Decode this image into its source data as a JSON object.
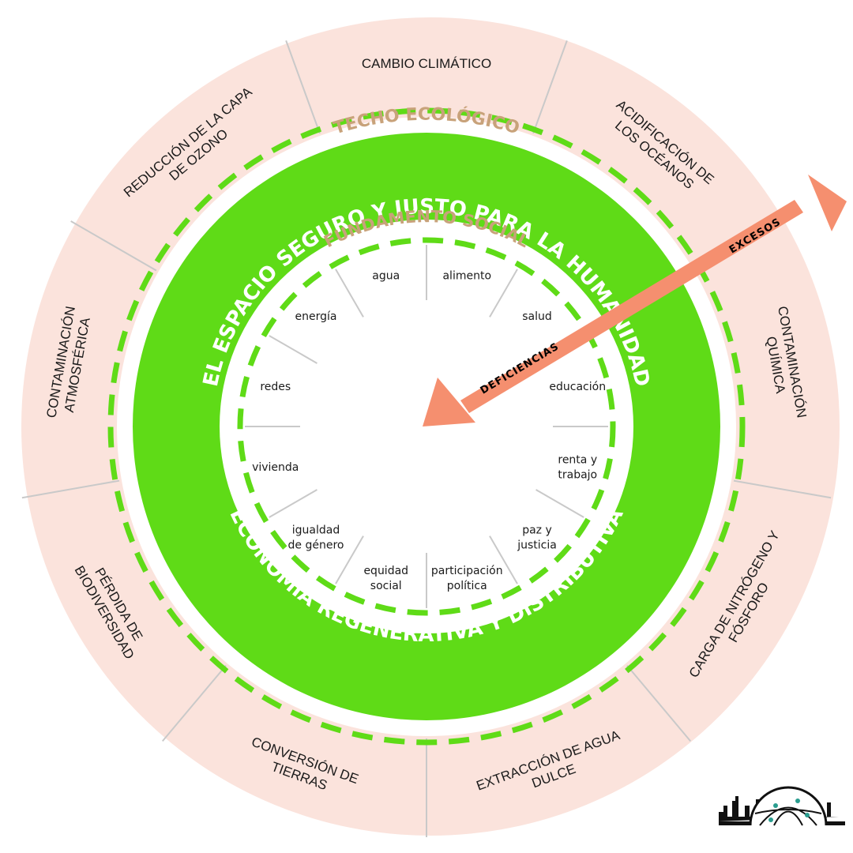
{
  "colors": {
    "outer_ring": "#fbe3dc",
    "outer_ring_edge": "#f6cfc3",
    "green": "#5fdb17",
    "dash_green": "#5fdb17",
    "arc_text_brown": "#c8a27a",
    "arrow": "#f58f6f",
    "divider": "#c9c9c9",
    "ring_text": "#ffffff"
  },
  "ring_titles": {
    "ceiling": "TECHO ECOLÓGICO",
    "foundation": "FUNDAMENTO SOCIAL",
    "safe_space": "EL ESPACIO SEGURO Y JUSTO PARA LA HUMANIDAD",
    "economy": "ECONOMÍA REGENERATIVA Y DISTRIBUTIVA"
  },
  "ecological_ceiling": [
    {
      "lines": [
        "CAMBIO CLIMÁTICO"
      ]
    },
    {
      "lines": [
        "ACIDIFICACIÓN DE",
        "LOS OCÉANOS"
      ]
    },
    {
      "lines": [
        "CONTAMINACIÓN",
        "QUÍMICA"
      ]
    },
    {
      "lines": [
        "CARGA DE NITRÓGENO Y",
        "FÓSFORO"
      ]
    },
    {
      "lines": [
        "EXTRACCIÓN DE AGUA",
        "DULCE"
      ]
    },
    {
      "lines": [
        "CONVERSIÓN DE",
        "TIERRAS"
      ]
    },
    {
      "lines": [
        "PÉRDIDA DE",
        "BIODIVERSIDAD"
      ]
    },
    {
      "lines": [
        "CONTAMINACIÓN",
        "ATMOSFÉRICA"
      ]
    },
    {
      "lines": [
        "REDUCCIÓN DE LA CAPA",
        "DE OZONO"
      ]
    }
  ],
  "social_foundation": [
    {
      "lines": [
        "alimento"
      ]
    },
    {
      "lines": [
        "salud"
      ]
    },
    {
      "lines": [
        "educación"
      ]
    },
    {
      "lines": [
        "renta y",
        "trabajo"
      ]
    },
    {
      "lines": [
        "paz y",
        "justicia"
      ]
    },
    {
      "lines": [
        "participación",
        "política"
      ]
    },
    {
      "lines": [
        "equidad",
        "social"
      ]
    },
    {
      "lines": [
        "igualdad",
        "de género"
      ]
    },
    {
      "lines": [
        "vivienda"
      ]
    },
    {
      "lines": [
        "redes"
      ]
    },
    {
      "lines": [
        "energía"
      ]
    },
    {
      "lines": [
        "agua"
      ]
    }
  ],
  "arrow": {
    "outward_label": "EXCESOS",
    "inward_label": "DEFICIENCIAS"
  },
  "logo": {
    "icon": "city-globe-logo-icon"
  }
}
